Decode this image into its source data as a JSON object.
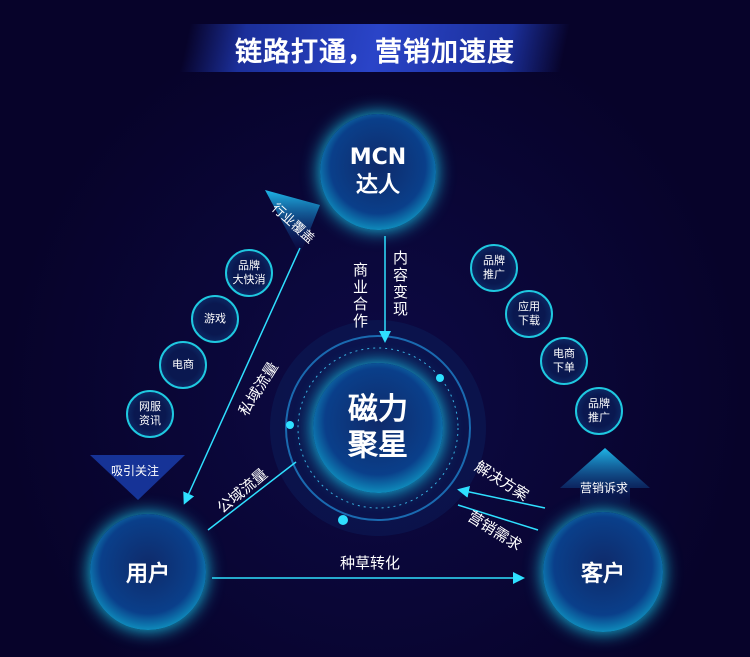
{
  "title": "链路打通，营销加速度",
  "nodes": {
    "mcn_line1": "MCN",
    "mcn_line2": "达人",
    "center_line1": "磁力",
    "center_line2": "聚星",
    "user": "用户",
    "customer": "客户"
  },
  "left_items": [
    [
      "品牌",
      "大快消"
    ],
    [
      "游戏",
      ""
    ],
    [
      "电商",
      ""
    ],
    [
      "网服",
      "资讯"
    ]
  ],
  "right_items": [
    [
      "品牌",
      "推广"
    ],
    [
      "应用",
      "下载"
    ],
    [
      "电商",
      "下单"
    ],
    [
      "品牌",
      "推广"
    ]
  ],
  "labels": {
    "industry": "行业覆盖",
    "attract": "吸引关注",
    "private": "私域流量",
    "public": "公域流量",
    "business": "商业合作",
    "content": "内容变现",
    "solution": "解决方案",
    "demand": "营销需求",
    "grass": "种草转化",
    "appeal": "营销诉求"
  }
}
